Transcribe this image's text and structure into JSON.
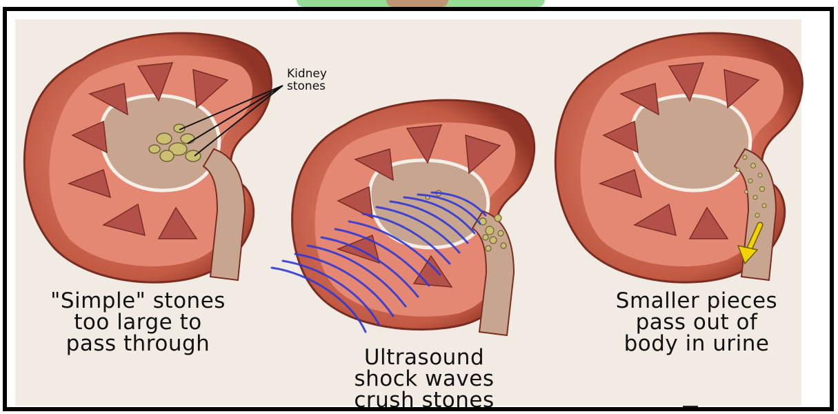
{
  "labels": {
    "kidney_stones_line1": "Kidney",
    "kidney_stones_line2": "stones"
  },
  "captions": {
    "left": [
      "\"Simple\" stones",
      "too large to",
      "pass through"
    ],
    "middle": [
      "Ultrasound",
      "shock waves",
      "crush stones"
    ],
    "right": [
      "Smaller pieces",
      "pass out of",
      "body in urine"
    ]
  },
  "colors": {
    "kidney_outer": "#c9664f",
    "kidney_cortex": "#e48873",
    "pyramid": "#b4504a",
    "stone": "#cbbf72",
    "shockwave": "#2f39d8",
    "arrow": "#f2d200",
    "frame_accent": "#3fbf3f"
  }
}
